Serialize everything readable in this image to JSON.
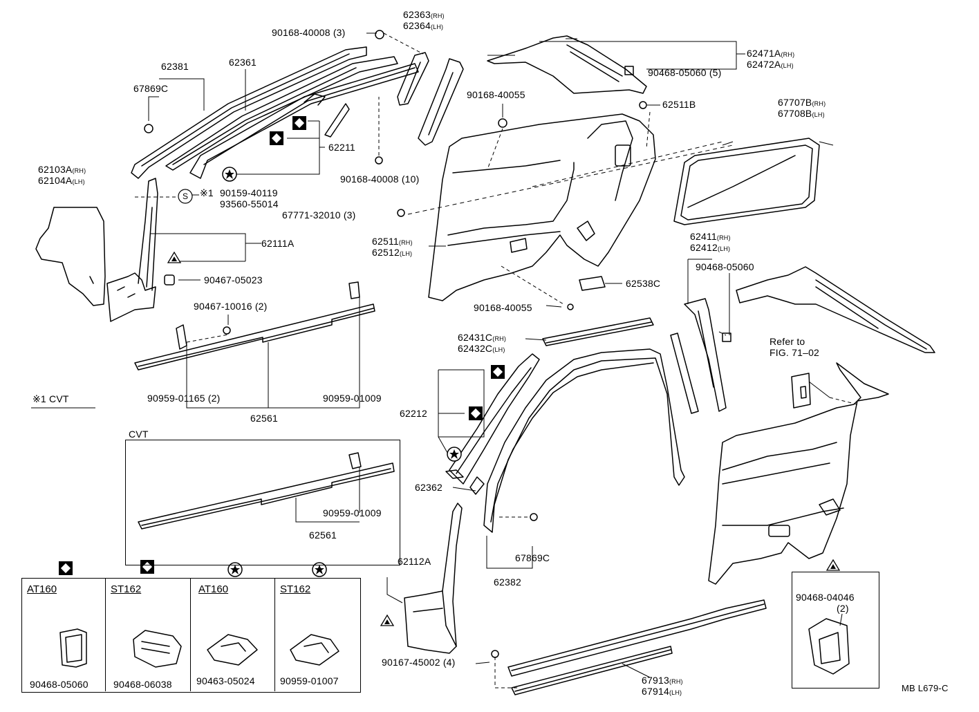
{
  "parts": {
    "p62381": "62381",
    "p62361": "62361",
    "p62363": "62363",
    "p62363_side": "(RH)",
    "p62364": "62364",
    "p62364_side": "(LH)",
    "p90168_40008_3": "90168-40008 (3)",
    "p67869C_top": "67869C",
    "p62211": "62211",
    "p90168_40055_top": "90168-40055",
    "p90168_40008_10": "90168-40008 (10)",
    "p62103A": "62103A",
    "p62103A_side": "(RH)",
    "p62104A": "62104A",
    "p62104A_side": "(LH)",
    "p90159": "90159-40119",
    "p93560": "93560-55014",
    "p67771": "67771-32010 (3)",
    "p62111A": "62111A",
    "p90467_05023": "90467-05023",
    "p90467_10016": "90467-10016 (2)",
    "p62471A": "62471A",
    "p62471A_side": "(RH)",
    "p62472A": "62472A",
    "p62472A_side": "(LH)",
    "p90468_05060_5": "90468-05060 (5)",
    "p62511B": "62511B",
    "p67707B": "67707B",
    "p67707B_side": "(RH)",
    "p67708B": "67708B",
    "p67708B_side": "(LH)",
    "p62511": "62511",
    "p62511_side": "(RH)",
    "p62512": "62512",
    "p62512_side": "(LH)",
    "p62538C": "62538C",
    "p90168_40055_bot": "90168-40055",
    "p62411": "62411",
    "p62411_side": "(RH)",
    "p62412": "62412",
    "p62412_side": "(LH)",
    "p90468_05060_r": "90468-05060",
    "p62431C": "62431C",
    "p62431C_side": "(RH)",
    "p62432C": "62432C",
    "p62432C_side": "(LH)",
    "refer1": "Refer to",
    "refer2": "FIG. 71–02",
    "p62212": "62212",
    "p62362": "62362",
    "p67869C_bot": "67869C",
    "p62382": "62382",
    "p62112A": "62112A",
    "p90167": "90167-45002 (4)",
    "p67913": "67913",
    "p67913_side": "(RH)",
    "p67914": "67914",
    "p67914_side": "(LH)",
    "p90959_01165": "90959-01165 (2)",
    "p90959_01009": "90959-01009",
    "p62561": "62561",
    "cvt_note": "※1 CVT",
    "cvt_box_title": "CVT",
    "cvt_90959_01009": "90959-01009",
    "cvt_62561": "62561",
    "star_note": "※1",
    "s_symbol": "S",
    "p90468_04046": "90468-04046",
    "p90468_04046_qty": "(2)",
    "mb_code": "MB L679-C"
  },
  "clip_table": [
    {
      "model": "AT160",
      "part": "90468-05060",
      "symbol": "diamond"
    },
    {
      "model": "ST162",
      "part": "90468-06038",
      "symbol": "diamond"
    },
    {
      "model": "AT160",
      "part": "90463-05024",
      "symbol": "star"
    },
    {
      "model": "ST162",
      "part": "90959-01007",
      "symbol": "star"
    }
  ]
}
